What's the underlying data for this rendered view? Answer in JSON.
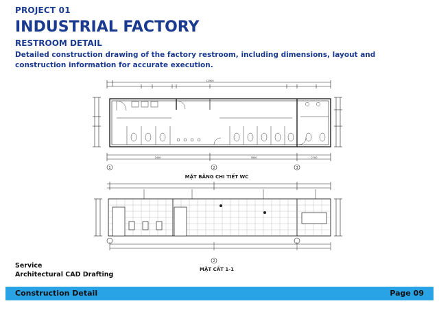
{
  "header": {
    "project_label": "PROJECT 01",
    "title": "INDUSTRIAL FACTORY",
    "subtitle": "RESTROOM DETAIL",
    "description": "Detailed construction drawing of the factory restroom, including dimensions, layout and construction information for accurate execution."
  },
  "drawing": {
    "plan_title": "MẶT BẰNG CHI TIẾT WC",
    "section_title": "MẶT CẮT 1-1",
    "plan_overall_dim": "12900",
    "plan_dims": [
      "2400",
      "7800",
      "2700"
    ],
    "axis_markers": [
      "1",
      "2",
      "3"
    ]
  },
  "service": {
    "label": "Service",
    "value": "Architectural CAD Drafting"
  },
  "footer": {
    "left": "Construction Detail",
    "right": "Page 09",
    "bar_color": "#29a3e6"
  },
  "colors": {
    "primary": "#1a3a8f",
    "line": "#222222"
  }
}
